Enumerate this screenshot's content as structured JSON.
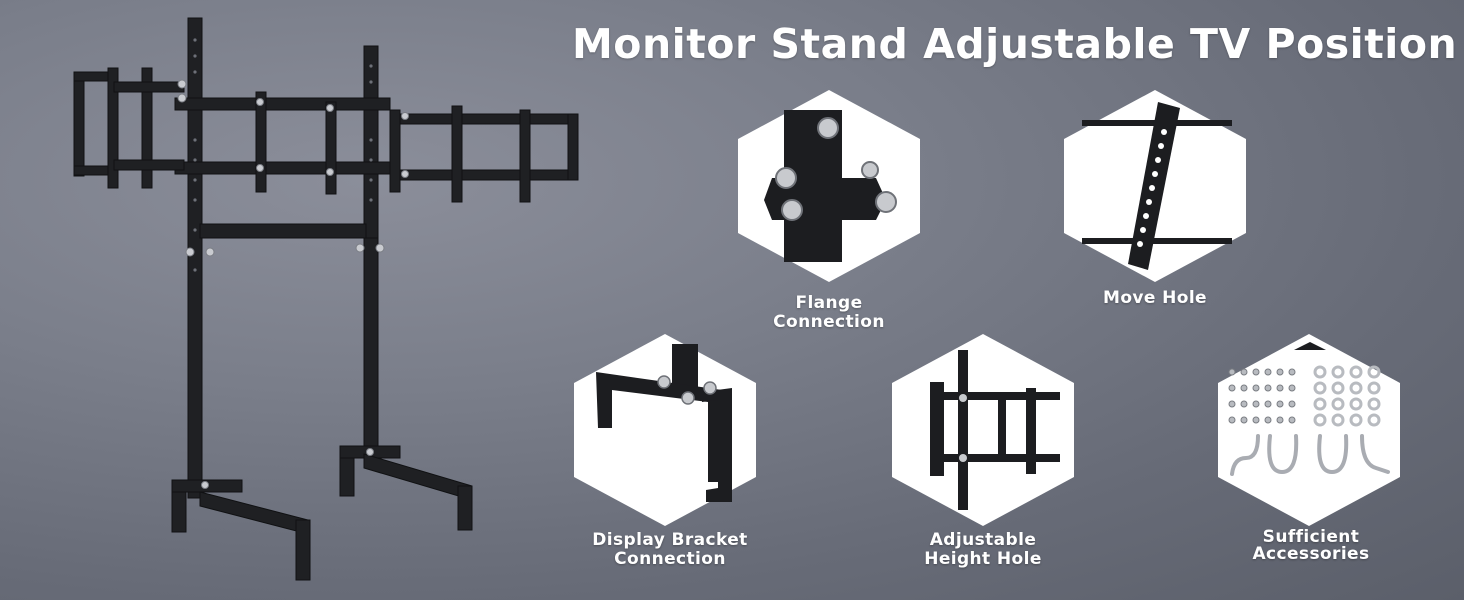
{
  "title": "Monitor Stand Adjustable TV Position",
  "features": [
    {
      "line1": "Flange",
      "line2": "Connection",
      "icon": "flange-connection-icon"
    },
    {
      "line1": "Move Hole",
      "line2": "",
      "icon": "move-hole-icon"
    },
    {
      "line1": "Display Bracket",
      "line2": "Connection",
      "icon": "display-bracket-icon"
    },
    {
      "line1": "Adjustable",
      "line2": "Height Hole",
      "icon": "height-hole-icon"
    },
    {
      "line1": "Sufficient",
      "line2": "Accessories",
      "icon": "accessories-icon"
    }
  ],
  "colors": {
    "background": "#747885",
    "hex_fill": "#ffffff",
    "metal": "#1e1f22",
    "text": "#ffffff"
  }
}
